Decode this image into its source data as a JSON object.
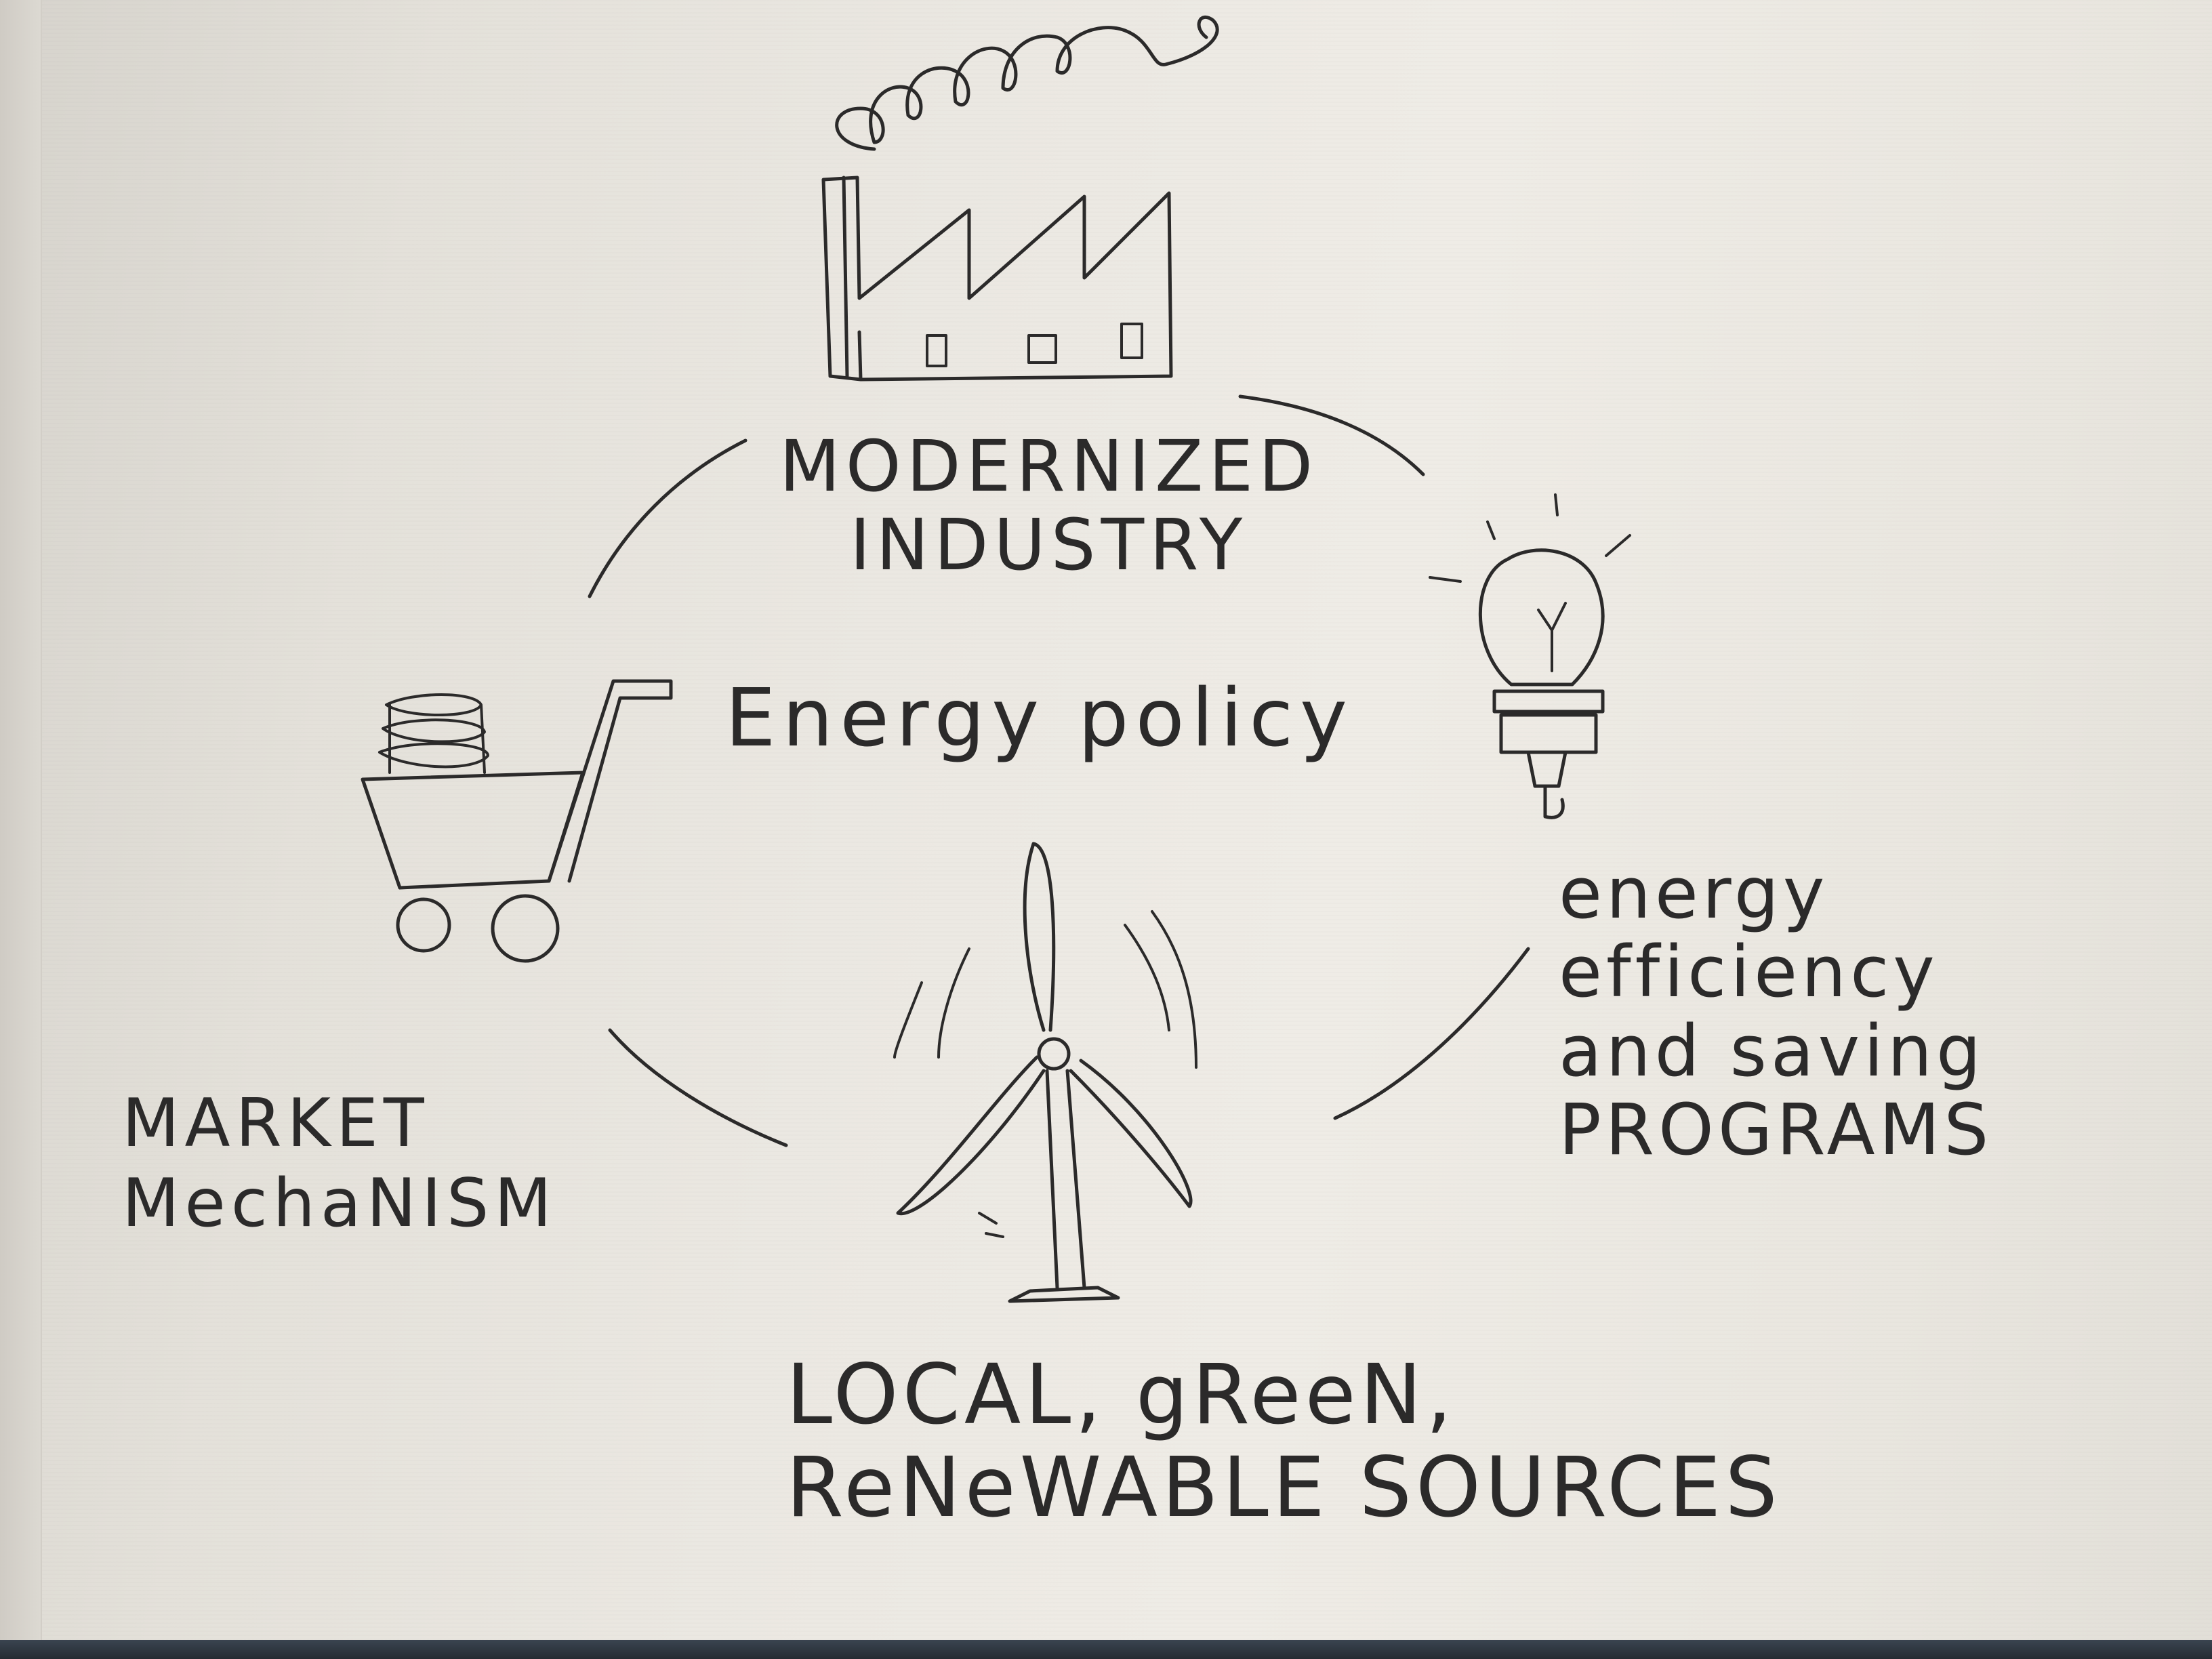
{
  "center": {
    "label": "Energy policy"
  },
  "nodes": {
    "industry": {
      "line1": "MODERNIZED",
      "line2": "INDUSTRY",
      "icon": "factory-icon"
    },
    "efficiency": {
      "line1": "energy",
      "line2": "efficiency",
      "line3": "and saving",
      "line4": "PROGRAMS",
      "icon": "light-bulb-icon"
    },
    "renewable": {
      "line1": "LOCAL, gReeN,",
      "line2": "ReNeWABLE SOURCES",
      "icon": "wind-turbine-icon"
    },
    "market": {
      "line1": "MARKET",
      "line2": "MechaNISM",
      "icon": "shopping-cart-icon"
    }
  },
  "colors": {
    "ink": "#2b2a2a",
    "paper": "#ebe8e2"
  }
}
